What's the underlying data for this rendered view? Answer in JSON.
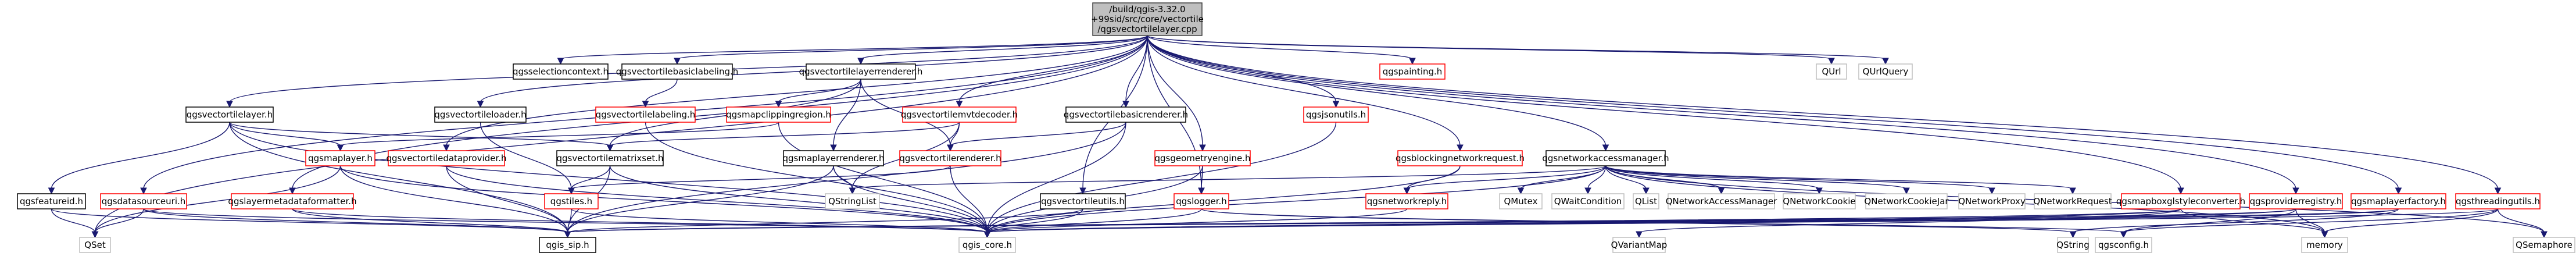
{
  "diagram": {
    "type": "include-dependency-graph",
    "colors": {
      "edge": "#191970",
      "root_fill": "#bfbfbf",
      "root_border": "#404040",
      "documented_border": "#000000",
      "incomplete_border": "#ff0000",
      "external_border": "#bfbfbf",
      "node_fill": "#ffffff"
    },
    "root": {
      "id": "root",
      "lines": [
        "/build/qgis-3.32.0",
        "+99sid/src/core/vectortile",
        "/qgsvectortilelayer.cpp"
      ]
    },
    "nodes": [
      {
        "id": "qgsselectioncontext",
        "label": "qgsselectioncontext.h",
        "kind": "documented"
      },
      {
        "id": "qgsvectortilebasiclabeling",
        "label": "qgsvectortilebasiclabeling.h",
        "kind": "documented"
      },
      {
        "id": "qgsvectortilelayerrenderer",
        "label": "qgsvectortilelayerrenderer.h",
        "kind": "documented"
      },
      {
        "id": "qgspainting",
        "label": "qgspainting.h",
        "kind": "incomplete"
      },
      {
        "id": "QUrl",
        "label": "QUrl",
        "kind": "external"
      },
      {
        "id": "QUrlQuery",
        "label": "QUrlQuery",
        "kind": "external"
      },
      {
        "id": "qgsvectortilelayer",
        "label": "qgsvectortilelayer.h",
        "kind": "documented"
      },
      {
        "id": "qgsvectortileloader",
        "label": "qgsvectortileloader.h",
        "kind": "documented"
      },
      {
        "id": "qgsvectortilelabeling",
        "label": "qgsvectortilelabeling.h",
        "kind": "incomplete"
      },
      {
        "id": "qgsmapclippingregion",
        "label": "qgsmapclippingregion.h",
        "kind": "incomplete"
      },
      {
        "id": "qgsvectortilemvtdecoder",
        "label": "qgsvectortilemvtdecoder.h",
        "kind": "incomplete"
      },
      {
        "id": "qgsvectortilebasicrenderer",
        "label": "qgsvectortilebasicrenderer.h",
        "kind": "documented"
      },
      {
        "id": "qgsjsonutils",
        "label": "qgsjsonutils.h",
        "kind": "incomplete"
      },
      {
        "id": "qgsmaplayer",
        "label": "qgsmaplayer.h",
        "kind": "incomplete"
      },
      {
        "id": "qgsvectortiledataprovider",
        "label": "qgsvectortiledataprovider.h",
        "kind": "incomplete"
      },
      {
        "id": "qgsvectortilematrixset",
        "label": "qgsvectortilematrixset.h",
        "kind": "documented"
      },
      {
        "id": "qgsmaplayerrenderer",
        "label": "qgsmaplayerrenderer.h",
        "kind": "documented"
      },
      {
        "id": "qgsvectortilerenderer",
        "label": "qgsvectortilerenderer.h",
        "kind": "incomplete"
      },
      {
        "id": "qgsgeometryengine",
        "label": "qgsgeometryengine.h",
        "kind": "incomplete"
      },
      {
        "id": "qgsblockingnetworkrequest",
        "label": "qgsblockingnetworkrequest.h",
        "kind": "incomplete"
      },
      {
        "id": "qgsnetworkaccessmanager",
        "label": "qgsnetworkaccessmanager.h",
        "kind": "documented"
      },
      {
        "id": "qgsfeatureid",
        "label": "qgsfeatureid.h",
        "kind": "documented"
      },
      {
        "id": "qgsdatasourceuri",
        "label": "qgsdatasourceuri.h",
        "kind": "incomplete"
      },
      {
        "id": "qgslayermetadataformatter",
        "label": "qgslayermetadataformatter.h",
        "kind": "incomplete"
      },
      {
        "id": "qgstiles",
        "label": "qgstiles.h",
        "kind": "incomplete"
      },
      {
        "id": "QStringList",
        "label": "QStringList",
        "kind": "external"
      },
      {
        "id": "qgsvectortileutils",
        "label": "qgsvectortileutils.h",
        "kind": "documented"
      },
      {
        "id": "qgslogger",
        "label": "qgslogger.h",
        "kind": "incomplete"
      },
      {
        "id": "qgsnetworkreply",
        "label": "qgsnetworkreply.h",
        "kind": "incomplete"
      },
      {
        "id": "QMutex",
        "label": "QMutex",
        "kind": "external"
      },
      {
        "id": "QWaitCondition",
        "label": "QWaitCondition",
        "kind": "external"
      },
      {
        "id": "QList",
        "label": "QList",
        "kind": "external"
      },
      {
        "id": "QNetworkAccessManager",
        "label": "QNetworkAccessManager",
        "kind": "external"
      },
      {
        "id": "QNetworkCookie",
        "label": "QNetworkCookie",
        "kind": "external"
      },
      {
        "id": "QNetworkCookieJar",
        "label": "QNetworkCookieJar",
        "kind": "external"
      },
      {
        "id": "QNetworkProxy",
        "label": "QNetworkProxy",
        "kind": "external"
      },
      {
        "id": "QNetworkRequest",
        "label": "QNetworkRequest",
        "kind": "external"
      },
      {
        "id": "qgsmapboxglstyleconverter",
        "label": "qgsmapboxglstyleconverter.h",
        "kind": "incomplete"
      },
      {
        "id": "qgsproviderregistry",
        "label": "qgsproviderregistry.h",
        "kind": "incomplete"
      },
      {
        "id": "qgsmaplayerfactory",
        "label": "qgsmaplayerfactory.h",
        "kind": "incomplete"
      },
      {
        "id": "qgsthreadingutils",
        "label": "qgsthreadingutils.h",
        "kind": "incomplete"
      },
      {
        "id": "QSet",
        "label": "QSet",
        "kind": "external"
      },
      {
        "id": "qgis_sip",
        "label": "qgis_sip.h",
        "kind": "documented"
      },
      {
        "id": "qgis_core",
        "label": "qgis_core.h",
        "kind": "external"
      },
      {
        "id": "QVariantMap",
        "label": "QVariantMap",
        "kind": "external"
      },
      {
        "id": "QString",
        "label": "QString",
        "kind": "external"
      },
      {
        "id": "qgsconfig",
        "label": "qgsconfig.h",
        "kind": "external"
      },
      {
        "id": "memory",
        "label": "memory",
        "kind": "external"
      },
      {
        "id": "QSemaphore",
        "label": "QSemaphore",
        "kind": "external"
      }
    ],
    "edges": [
      [
        "root",
        "qgsselectioncontext"
      ],
      [
        "root",
        "qgsvectortilebasiclabeling"
      ],
      [
        "root",
        "qgsvectortilelayerrenderer"
      ],
      [
        "root",
        "qgspainting"
      ],
      [
        "root",
        "QUrl"
      ],
      [
        "root",
        "QUrlQuery"
      ],
      [
        "root",
        "qgsvectortilelayer"
      ],
      [
        "root",
        "qgsvectortileloader"
      ],
      [
        "root",
        "qgsvectortilemvtdecoder"
      ],
      [
        "root",
        "qgsvectortilebasicrenderer"
      ],
      [
        "root",
        "qgsjsonutils"
      ],
      [
        "root",
        "qgsvectortiledataprovider"
      ],
      [
        "root",
        "qgsdatasourceuri"
      ],
      [
        "root",
        "qgslayermetadataformatter"
      ],
      [
        "root",
        "qgsgeometryengine"
      ],
      [
        "root",
        "qgsblockingnetworkrequest"
      ],
      [
        "root",
        "qgsnetworkaccessmanager"
      ],
      [
        "root",
        "qgsvectortileutils"
      ],
      [
        "root",
        "qgslogger"
      ],
      [
        "root",
        "qgsmapboxglstyleconverter"
      ],
      [
        "root",
        "qgsproviderregistry"
      ],
      [
        "root",
        "qgsmaplayerfactory"
      ],
      [
        "root",
        "qgsthreadingutils"
      ],
      [
        "root",
        "QSet"
      ],
      [
        "qgsvectortilebasiclabeling",
        "qgsvectortilelabeling"
      ],
      [
        "qgsvectortilelayerrenderer",
        "qgsmapclippingregion"
      ],
      [
        "qgsvectortilelayerrenderer",
        "qgsmaplayerrenderer"
      ],
      [
        "qgsvectortilelayerrenderer",
        "qgsvectortilematrixset"
      ],
      [
        "qgsvectortilelayerrenderer",
        "qgsvectortilerenderer"
      ],
      [
        "qgsvectortilelayer",
        "qgsmaplayer"
      ],
      [
        "qgsvectortilelayer",
        "qgsvectortilematrixset"
      ],
      [
        "qgsvectortilelayer",
        "qgsfeatureid"
      ],
      [
        "qgsvectortilelayer",
        "qgis_sip"
      ],
      [
        "qgsvectortilelayer",
        "qgis_core"
      ],
      [
        "qgsvectortileloader",
        "qgstiles"
      ],
      [
        "qgsvectortilelabeling",
        "qgis_core"
      ],
      [
        "qgsvectortilemvtdecoder",
        "qgsvectortilerenderer"
      ],
      [
        "qgsvectortilemvtdecoder",
        "QStringList"
      ],
      [
        "qgsvectortilemvtdecoder",
        "qgsvectortilematrixset"
      ],
      [
        "qgsvectortilebasicrenderer",
        "qgsvectortilerenderer"
      ],
      [
        "qgsvectortilebasicrenderer",
        "qgis_core"
      ],
      [
        "qgsvectortilebasicrenderer",
        "qgis_sip"
      ],
      [
        "qgsjsonutils",
        "qgis_core"
      ],
      [
        "qgsmapclippingregion",
        "qgsmaplayer"
      ],
      [
        "qgsmapclippingregion",
        "qgis_core"
      ],
      [
        "qgsmaplayer",
        "qgis_sip"
      ],
      [
        "qgsmaplayer",
        "qgis_core"
      ],
      [
        "qgsmaplayer",
        "QSet"
      ],
      [
        "qgsvectortiledataprovider",
        "qgis_sip"
      ],
      [
        "qgsvectortiledataprovider",
        "qgis_core"
      ],
      [
        "qgsvectortilematrixset",
        "qgstiles"
      ],
      [
        "qgsvectortilematrixset",
        "qgis_sip"
      ],
      [
        "qgsvectortilematrixset",
        "qgis_core"
      ],
      [
        "qgsmaplayerrenderer",
        "QStringList"
      ],
      [
        "qgsmaplayerrenderer",
        "qgis_core"
      ],
      [
        "qgsmaplayerrenderer",
        "qgis_sip"
      ],
      [
        "qgsvectortilerenderer",
        "qgis_core"
      ],
      [
        "qgsvectortilerenderer",
        "qgstiles"
      ],
      [
        "qgsgeometryengine",
        "qgslogger"
      ],
      [
        "qgsgeometryengine",
        "qgis_core"
      ],
      [
        "qgsblockingnetworkrequest",
        "qgsnetworkreply"
      ],
      [
        "qgsblockingnetworkrequest",
        "qgis_core"
      ],
      [
        "qgsnetworkaccessmanager",
        "QStringList"
      ],
      [
        "qgsnetworkaccessmanager",
        "qgsnetworkreply"
      ],
      [
        "qgsnetworkaccessmanager",
        "QMutex"
      ],
      [
        "qgsnetworkaccessmanager",
        "QWaitCondition"
      ],
      [
        "qgsnetworkaccessmanager",
        "QList"
      ],
      [
        "qgsnetworkaccessmanager",
        "QNetworkAccessManager"
      ],
      [
        "qgsnetworkaccessmanager",
        "QNetworkCookie"
      ],
      [
        "qgsnetworkaccessmanager",
        "QNetworkCookieJar"
      ],
      [
        "qgsnetworkaccessmanager",
        "QNetworkProxy"
      ],
      [
        "qgsnetworkaccessmanager",
        "QNetworkRequest"
      ],
      [
        "qgsnetworkaccessmanager",
        "qgis_core"
      ],
      [
        "qgsnetworkaccessmanager",
        "QSemaphore"
      ],
      [
        "qgsnetworkaccessmanager",
        "memory"
      ],
      [
        "qgsfeatureid",
        "QSet"
      ],
      [
        "qgsfeatureid",
        "qgis_sip"
      ],
      [
        "qgsdatasourceuri",
        "QSet"
      ],
      [
        "qgsdatasourceuri",
        "qgis_core"
      ],
      [
        "qgsdatasourceuri",
        "qgis_sip"
      ],
      [
        "qgslayermetadataformatter",
        "qgis_core"
      ],
      [
        "qgslayermetadataformatter",
        "qgis_sip"
      ],
      [
        "qgstiles",
        "qgis_core"
      ],
      [
        "qgstiles",
        "qgis_sip"
      ],
      [
        "qgsvectortileutils",
        "qgis_core"
      ],
      [
        "qgsvectortileutils",
        "qgis_sip"
      ],
      [
        "qgslogger",
        "qgis_core"
      ],
      [
        "qgslogger",
        "QString"
      ],
      [
        "qgslogger",
        "qgsconfig"
      ],
      [
        "qgsnetworkreply",
        "qgis_core"
      ],
      [
        "qgsmapboxglstyleconverter",
        "qgis_core"
      ],
      [
        "qgsmapboxglstyleconverter",
        "qgis_sip"
      ],
      [
        "qgsmapboxglstyleconverter",
        "memory"
      ],
      [
        "qgsmapboxglstyleconverter",
        "QVariantMap"
      ],
      [
        "qgsproviderregistry",
        "qgis_core"
      ],
      [
        "qgsproviderregistry",
        "qgis_sip"
      ],
      [
        "qgsproviderregistry",
        "memory"
      ],
      [
        "qgsproviderregistry",
        "qgsconfig"
      ],
      [
        "qgsmaplayerfactory",
        "qgis_core"
      ],
      [
        "qgsmaplayerfactory",
        "qgis_sip"
      ],
      [
        "qgsmaplayerfactory",
        "QString"
      ],
      [
        "qgsthreadingutils",
        "qgis_core"
      ],
      [
        "qgsthreadingutils",
        "qgsconfig"
      ],
      [
        "qgsthreadingutils",
        "memory"
      ],
      [
        "qgsthreadingutils",
        "QSemaphore"
      ]
    ]
  }
}
